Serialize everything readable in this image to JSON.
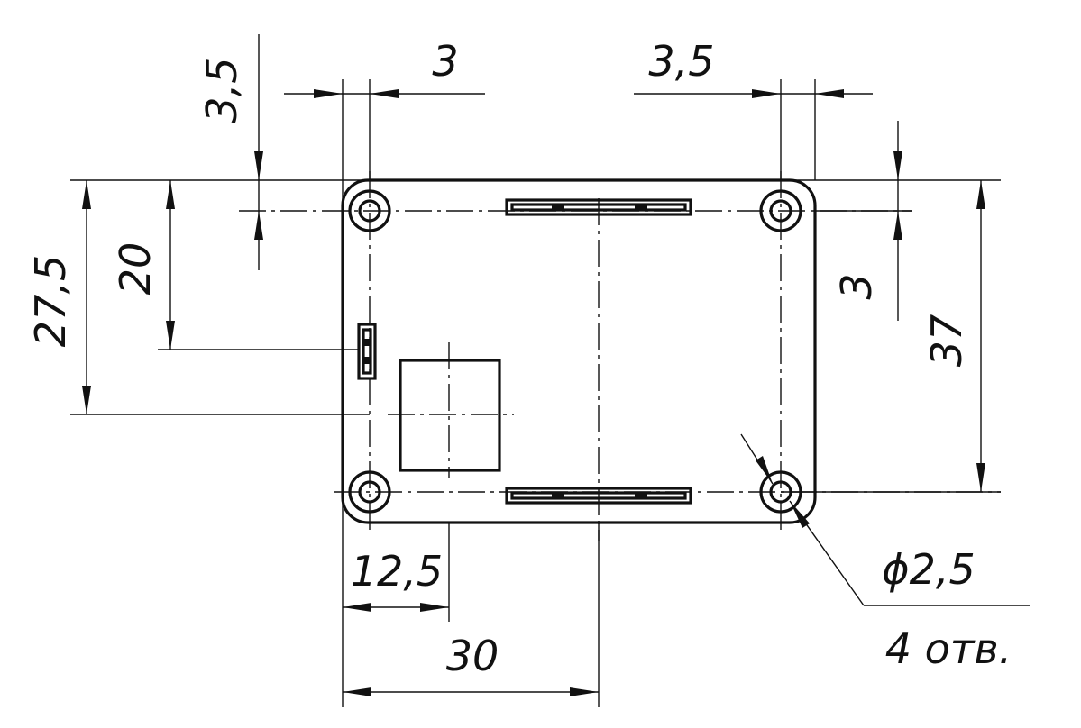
{
  "dimensions": {
    "top_left_hole_offset": "3,5",
    "top_left_gap": "3",
    "top_right_gap": "3,5",
    "right_hole_offset": "3",
    "overall_height": "37",
    "left_height_large": "27,5",
    "left_height_small": "20",
    "bottom_small": "12,5",
    "bottom_large": "30",
    "hole_diameter": "ϕ2,5",
    "hole_count": "4 отв."
  },
  "colors": {
    "ink": "#111111",
    "paper": "#ffffff"
  }
}
